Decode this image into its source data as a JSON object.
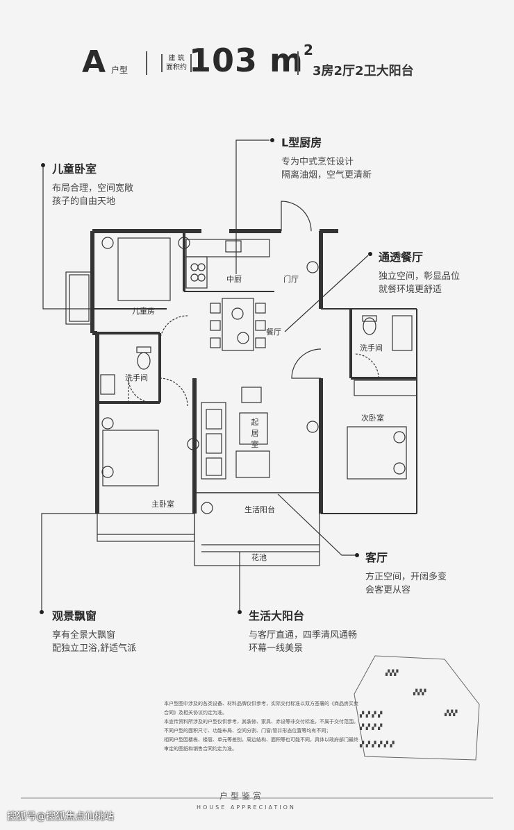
{
  "header": {
    "unit_letter": "A",
    "unit_type_label": "户型",
    "area_label_line1": "建 筑",
    "area_label_line2": "面积约",
    "area_value": "103",
    "area_unit": "m",
    "area_unit_sup": "2",
    "rooms_summary": "3房2厅2卫大阳台"
  },
  "callouts": {
    "kids_bedroom": {
      "title": "儿童卧室",
      "line1": "布局合理，空间宽敞",
      "line2": "孩子的自由天地"
    },
    "kitchen": {
      "title": "L型厨房",
      "line1": "专为中式烹饪设计",
      "line2": "隔离油烟，空气更清新"
    },
    "dining": {
      "title": "通透餐厅",
      "line1": "独立空间，彰显品位",
      "line2": "就餐环境更舒适"
    },
    "living": {
      "title": "客厅",
      "line1": "方正空间，开阔多变",
      "line2": "会客更从容"
    },
    "bay_window": {
      "title": "观景飘窗",
      "line1": "享有全景大飘窗",
      "line2": "配独立卫浴,舒适气派"
    },
    "balcony": {
      "title": "生活大阳台",
      "line1": "与客厅直通，四季清风通畅",
      "line2": "环幕一线美景"
    }
  },
  "rooms": {
    "kitchen": "中厨",
    "foyer": "门厅",
    "kids_room": "儿童房",
    "dining": "餐厅",
    "bath_left": "洗手间",
    "bath_right": "洗手间",
    "living": "起居室",
    "second_bedroom": "次卧室",
    "master_bedroom": "主卧室",
    "balcony": "生活阳台",
    "planter": "花池"
  },
  "disclaimer": [
    "本户型图中涉及的各类设备、材料品牌仅供参考，实际交付标准以双方签署的《商品房买卖合同》及相关协议约定为准。",
    "本宣传资料所涉及的户型仅供参考，其装修、家具、赤设等非交付标准，不属于交付范围。",
    "不同户型的面积尺寸、功能布局、空间分割、门窗/管井形态位置等均有不同；",
    "相同户型因楼栋、楼层、单元等差别，周边结构、面积等也可能不同，具体以政府部门最终审定的图纸和销售合同约定为准。"
  ],
  "footer": {
    "title_cn": "户型鉴赏",
    "title_en": "HOUSE APPRECIATION"
  },
  "watermark": "搜狐号@搜狐焦点仙桃站"
}
